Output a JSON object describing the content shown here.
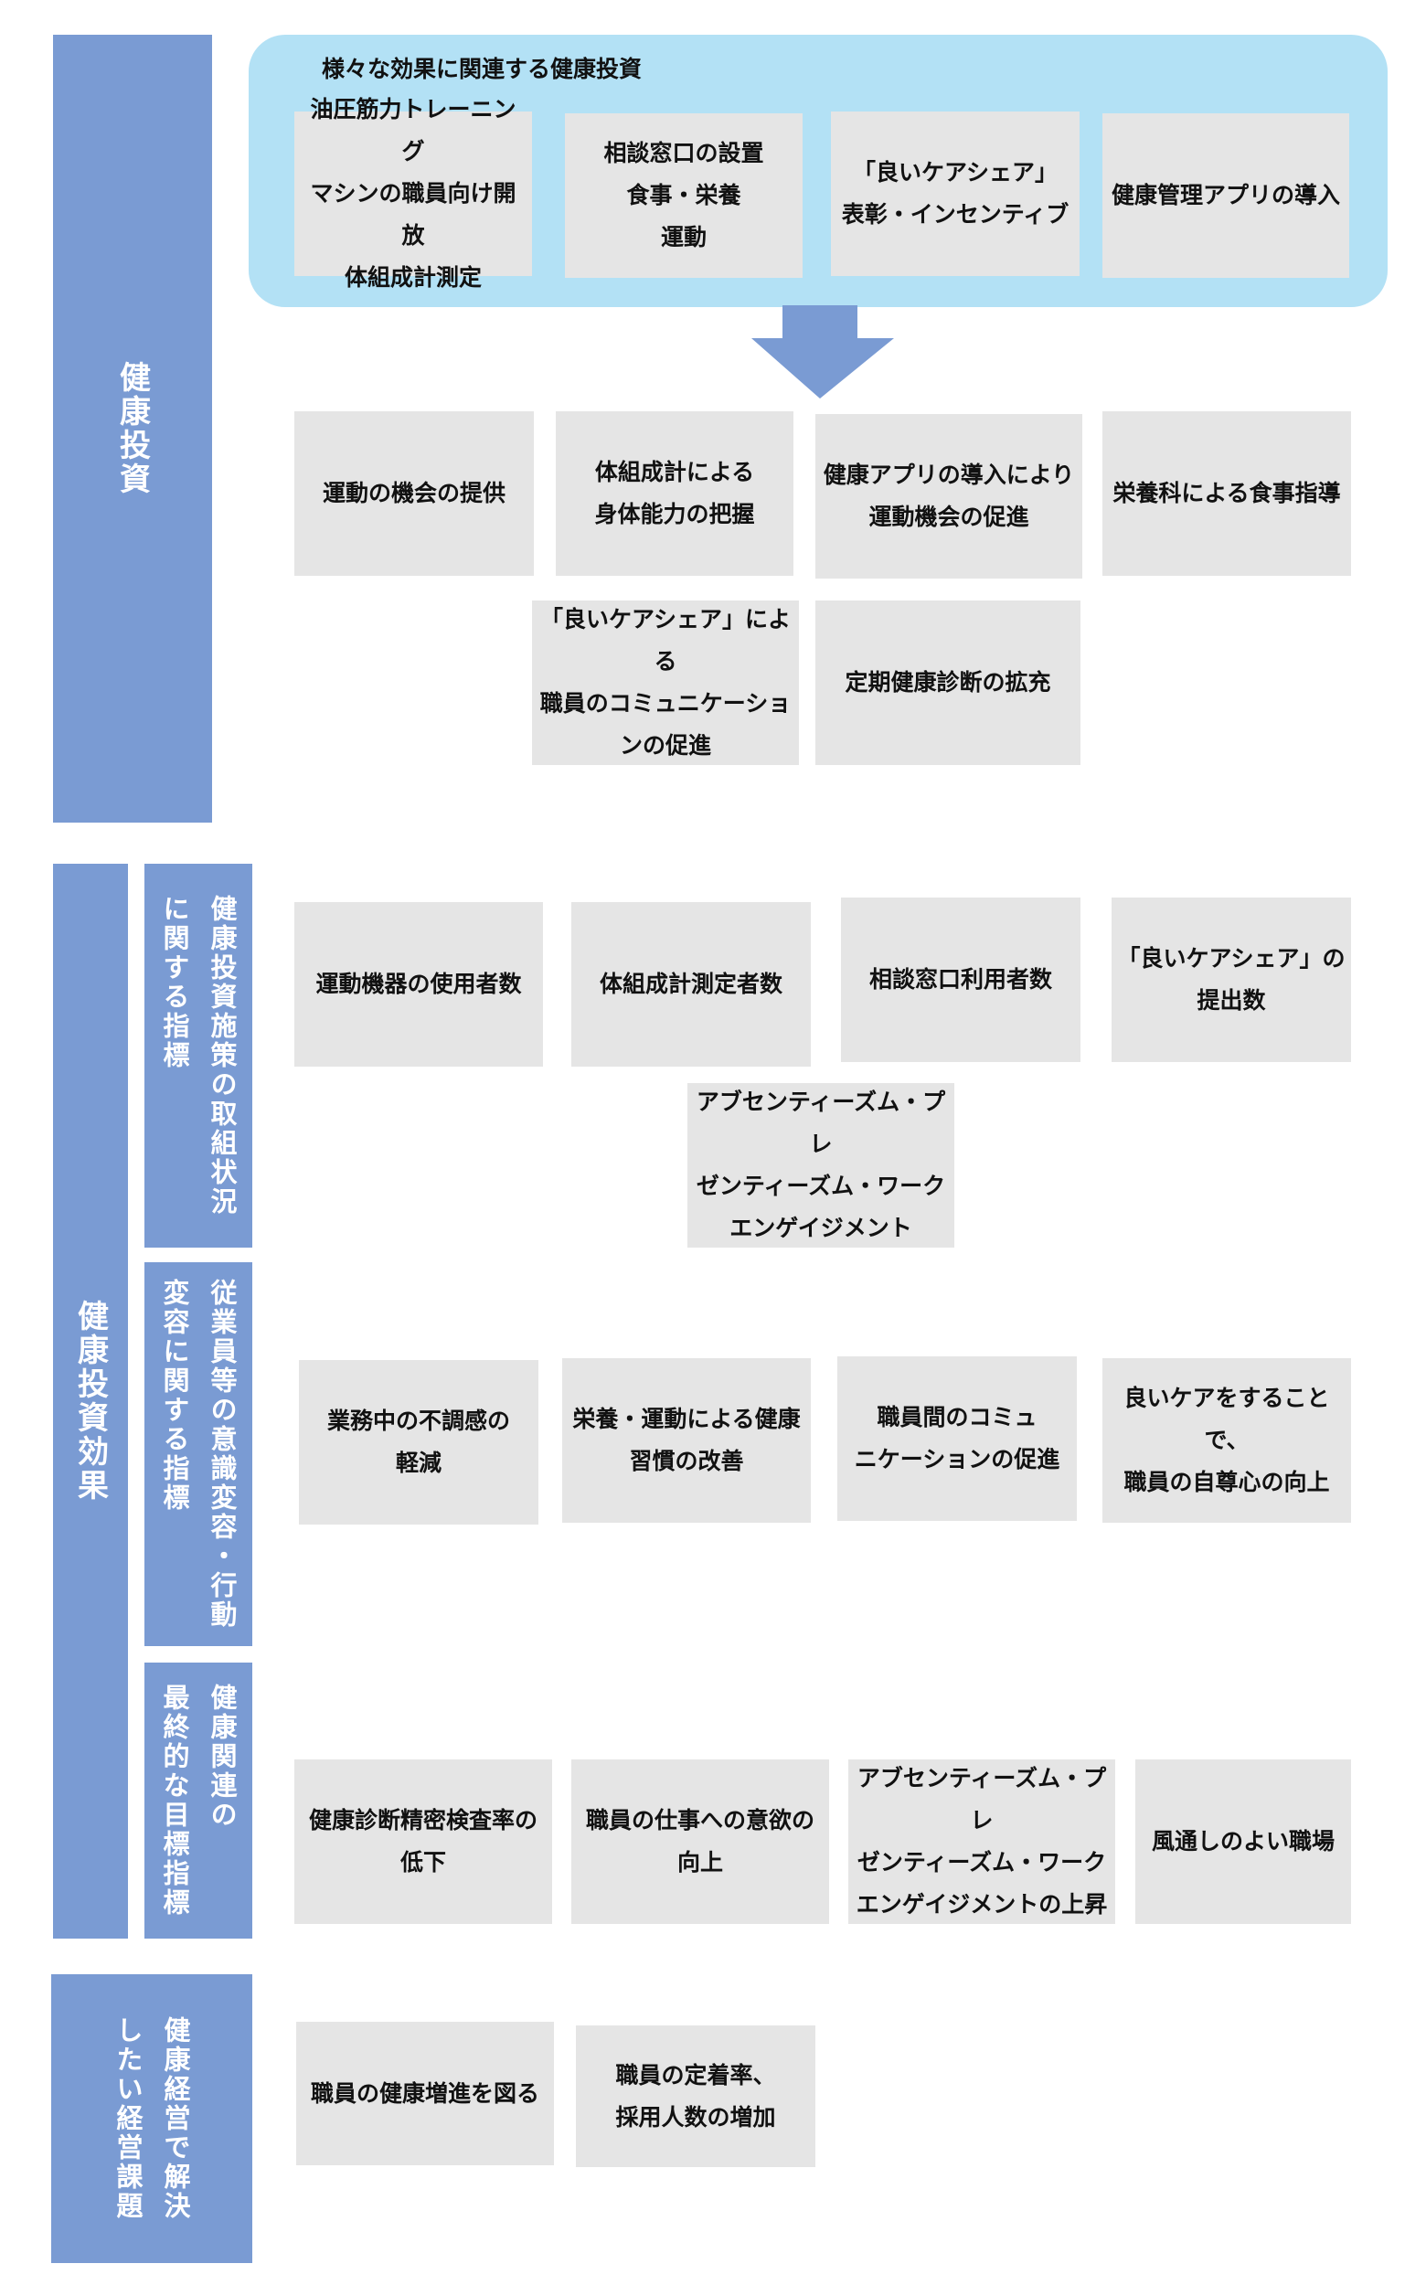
{
  "sections": {
    "investment": {
      "label": "健康投資",
      "cloud_title": "様々な効果に関連する健康投資",
      "investments": [
        "油圧筋力トレーニング\nマシンの職員向け開放\n体組成計測定",
        "相談窓口の設置\n食事・栄養\n運動",
        "「良いケアシェア」\n表彰・インセンティブ",
        "健康管理アプリの導入"
      ],
      "outcomes": [
        "運動の機会の提供",
        "体組成計による\n身体能力の把握",
        "健康アプリの導入により\n運動機会の促進",
        "栄養科による食事指導",
        "「良いケアシェア」による\n職員のコミュニケーショ\nンの促進",
        "定期健康診断の拡充"
      ]
    },
    "effect": {
      "label": "健康投資効果",
      "groups": [
        {
          "label": "健康投資施策の取組状況\nに関する指標",
          "items": [
            "運動機器の使用者数",
            "体組成計測定者数",
            "相談窓口利用者数",
            "「良いケアシェア」の\n提出数",
            "アブセンティーズム・プレ\nゼンティーズム・ワーク\nエンゲイジメント"
          ]
        },
        {
          "label": "従業員等の意識変容・行動\n変容に関する指標",
          "items": [
            "業務中の不調感の\n軽減",
            "栄養・運動による健康\n習慣の改善",
            "職員間のコミュ\nニケーションの促進",
            "良いケアをすることで、\n職員の自尊心の向上"
          ]
        },
        {
          "label": "健康関連の\n最終的な目標指標",
          "items": [
            "健康診断精密検査率の\n低下",
            "職員の仕事への意欲の\n向上",
            "アブセンティーズム・プレ\nゼンティーズム・ワーク\nエンゲイジメントの上昇",
            "風通しのよい職場"
          ]
        }
      ]
    },
    "issues": {
      "label": "健康経営で解決\nしたい経営課題",
      "items": [
        "職員の健康増進を図る",
        "職員の定着率、\n採用人数の増加"
      ]
    }
  },
  "colors": {
    "bar": "#7a9bd3",
    "cloud": "#b3e1f5",
    "box": "#e5e5e5",
    "arrow": "#7a9bd3"
  }
}
